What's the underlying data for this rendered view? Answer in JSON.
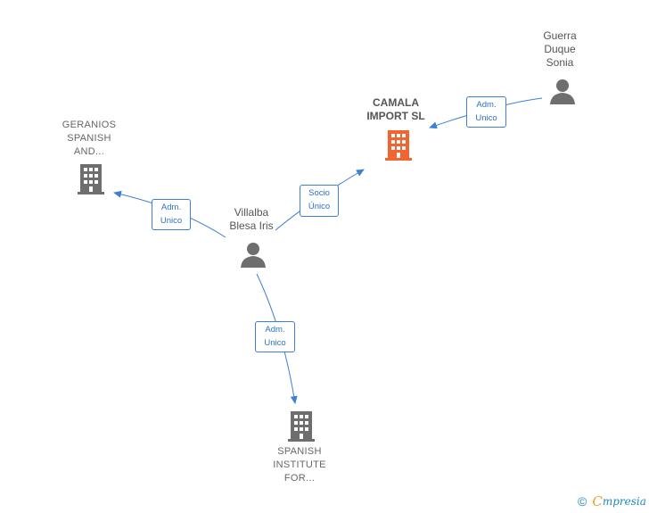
{
  "nodes": {
    "camala": {
      "line1": "CAMALA",
      "line2": "IMPORT  SL"
    },
    "guerra": {
      "line1": "Guerra",
      "line2": "Duque",
      "line3": "Sonia"
    },
    "geranios": {
      "line1": "GERANIOS",
      "line2": "SPANISH",
      "line3": "AND..."
    },
    "villalba": {
      "line1": "Villalba",
      "line2": "Blesa Iris"
    },
    "spanish": {
      "line1": "SPANISH",
      "line2": "INSTITUTE",
      "line3": "FOR..."
    }
  },
  "edges": {
    "guerra_camala": {
      "line1": "Adm.",
      "line2": "Unico"
    },
    "villalba_camala": {
      "line1": "Socio",
      "line2": "Único"
    },
    "villalba_geranios": {
      "line1": "Adm.",
      "line2": "Unico"
    },
    "villalba_spanish": {
      "line1": "Adm.",
      "line2": "Unico"
    }
  },
  "colors": {
    "edge": "#3d7fd3",
    "company_main": "#f26430",
    "company": "#6e6e6e",
    "person": "#6e6e6e"
  },
  "footer": {
    "copyright": "©",
    "brand_first": "C",
    "brand_rest": "mpresia"
  }
}
